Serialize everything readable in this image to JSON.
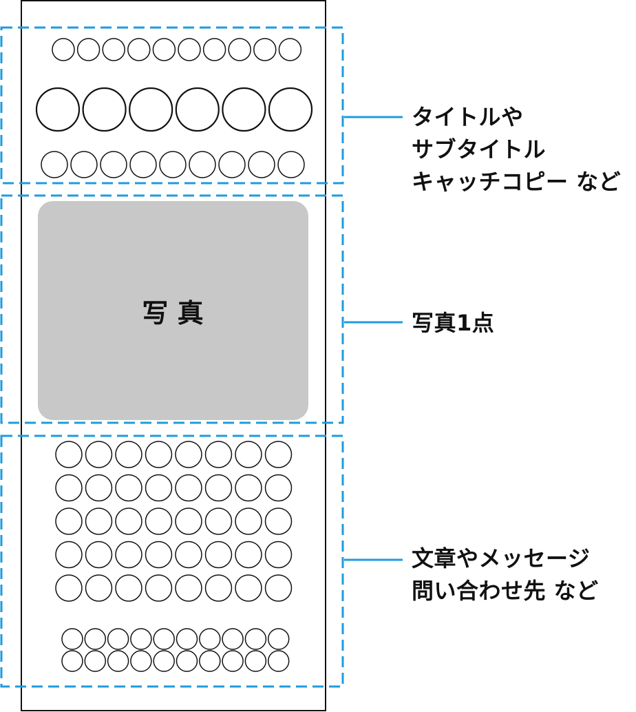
{
  "photo": {
    "text": "写 真"
  },
  "sections": [
    {
      "id": "title",
      "lines": [
        "タイトルや",
        "サブタイトル",
        "キャッチコピー など"
      ]
    },
    {
      "id": "photo",
      "lines": [
        "写真1点"
      ]
    },
    {
      "id": "text",
      "lines": [
        "文章やメッセージ",
        "問い合わせ先 など"
      ]
    }
  ],
  "colors": {
    "guide": "#1d9be0",
    "photo_fill": "#c8c8c8",
    "outline": "#111111"
  }
}
